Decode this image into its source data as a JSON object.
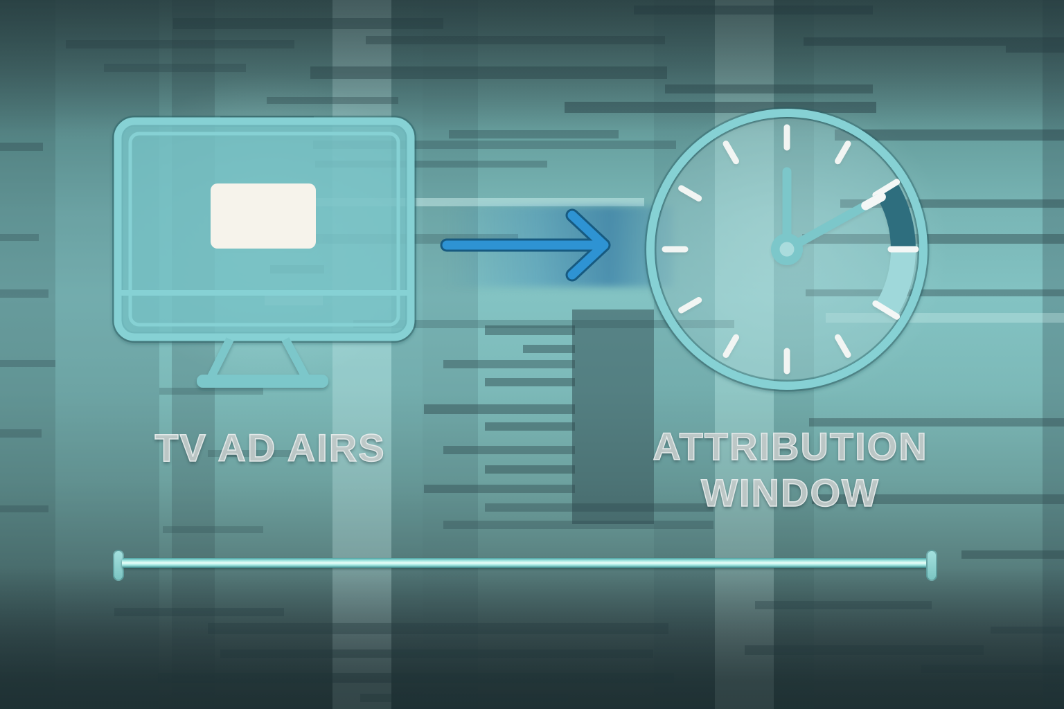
{
  "diagram": {
    "tv_label": "TV AD AIRS",
    "attribution_label_line1": "ATTRIBUTION",
    "attribution_label_line2": "WINDOW",
    "clock": {
      "minute_hand_deg": 0,
      "hour_hand_deg": 61,
      "arc_start_deg": 58,
      "arc_mid_deg": 90,
      "arc_end_deg": 122
    },
    "colors": {
      "teal_stroke": "#86d1d4",
      "teal_fill": "#79c6c8",
      "arc_dark": "#2e6e7e",
      "arc_light": "#9fd8da",
      "arrow_blue": "#2e93d3",
      "ad_card": "#f6f3eb",
      "label_text": "#cbd2d0",
      "timeline": "#9fe5df"
    }
  }
}
